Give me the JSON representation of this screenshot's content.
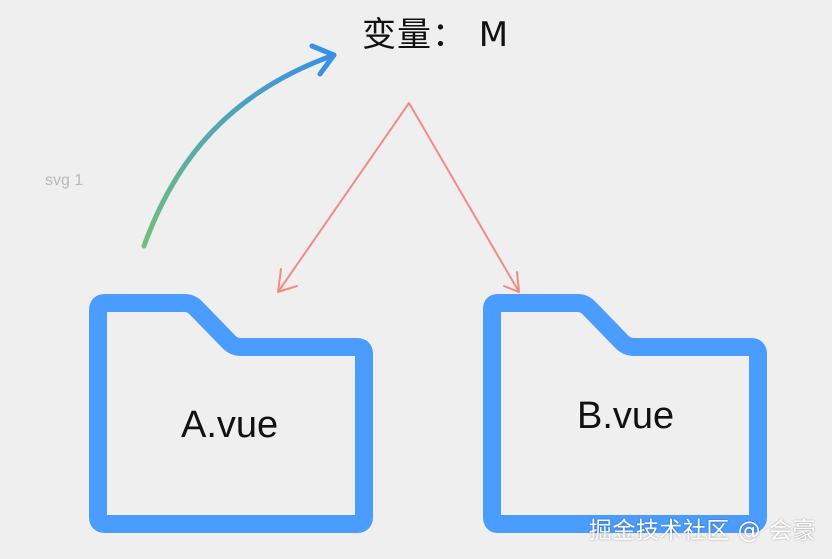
{
  "diagram": {
    "variable_text": "变量： M",
    "side_label": "svg 1",
    "folder_a_label": "A.vue",
    "folder_b_label": "B.vue",
    "watermark": "掘金技术社区 @ 会豪"
  },
  "colors": {
    "background": "#efefef",
    "folder_blue": "#4a9cff",
    "arrow_gradient_start": "#6ec07b",
    "arrow_gradient_end": "#3a8fe8",
    "down_arrow": "#f28b82",
    "side_label": "#b8b8b8",
    "text": "#111111"
  },
  "icons": {
    "folder_a": "folder-icon",
    "folder_b": "folder-icon",
    "curved_arrow": "curved-arrow-icon",
    "split_arrow": "branch-arrow-icon"
  }
}
